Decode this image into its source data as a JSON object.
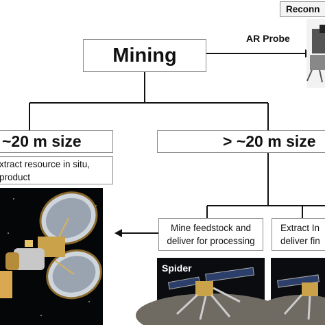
{
  "boxes": {
    "mining": "Mining",
    "small_size": "~20 m size",
    "large_size": "> ~20 m size",
    "situ_line1": "xtract resource in situ,",
    "situ_line2": "product",
    "feed_line1": "Mine feedstock and",
    "feed_line2": "deliver for processing",
    "extract_line1": "Extract In",
    "extract_line2": "deliver fin",
    "recon": "Reconn"
  },
  "labels": {
    "ar_probe": "AR Probe",
    "spider": "Spider"
  },
  "colors": {
    "line": "#111111",
    "box_border": "#8a8a8a",
    "space": "#050608",
    "lunar_surface": "#6f6b62"
  }
}
